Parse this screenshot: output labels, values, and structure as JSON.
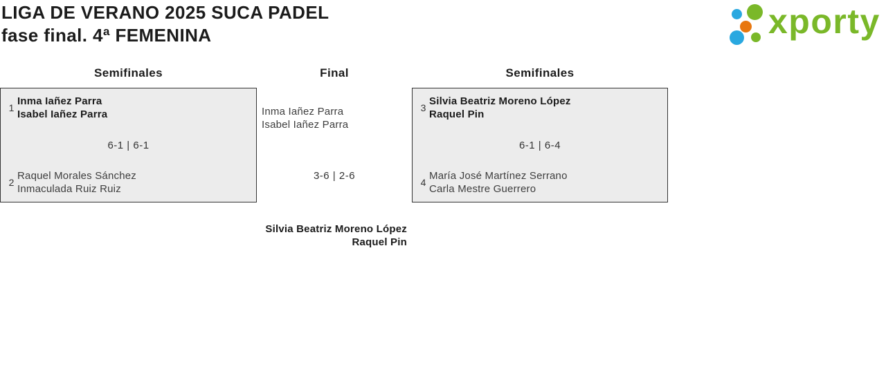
{
  "title": {
    "line1": "LIGA DE VERANO 2025 SUCA PADEL",
    "line2": "fase final. 4ª FEMENINA"
  },
  "logo": {
    "brand": "xporty",
    "colors": {
      "green": "#7ab829",
      "blue": "#29a8e0",
      "orange": "#e8770e"
    }
  },
  "bracket": {
    "left_semifinal": {
      "header": "Semifinales",
      "team_top": {
        "seed": "1",
        "player1": "Inma Iañez Parra",
        "player2": "Isabel Iañez Parra"
      },
      "score": "6-1 | 6-1",
      "team_bottom": {
        "seed": "2",
        "player1": "Raquel Morales Sánchez",
        "player2": "Inmaculada Ruiz Ruiz"
      }
    },
    "final": {
      "header": "Final",
      "finalist": {
        "player1": "Inma Iañez Parra",
        "player2": "Isabel Iañez Parra"
      },
      "score": "3-6 | 2-6",
      "champion": {
        "player1": "Silvia Beatriz Moreno López",
        "player2": "Raquel Pin"
      }
    },
    "right_semifinal": {
      "header": "Semifinales",
      "team_top": {
        "seed": "3",
        "player1": "Silvia Beatriz Moreno López",
        "player2": "Raquel Pin"
      },
      "score": "6-1 | 6-4",
      "team_bottom": {
        "seed": "4",
        "player1": "María José Martínez Serrano",
        "player2": "Carla Mestre Guerrero"
      }
    }
  }
}
